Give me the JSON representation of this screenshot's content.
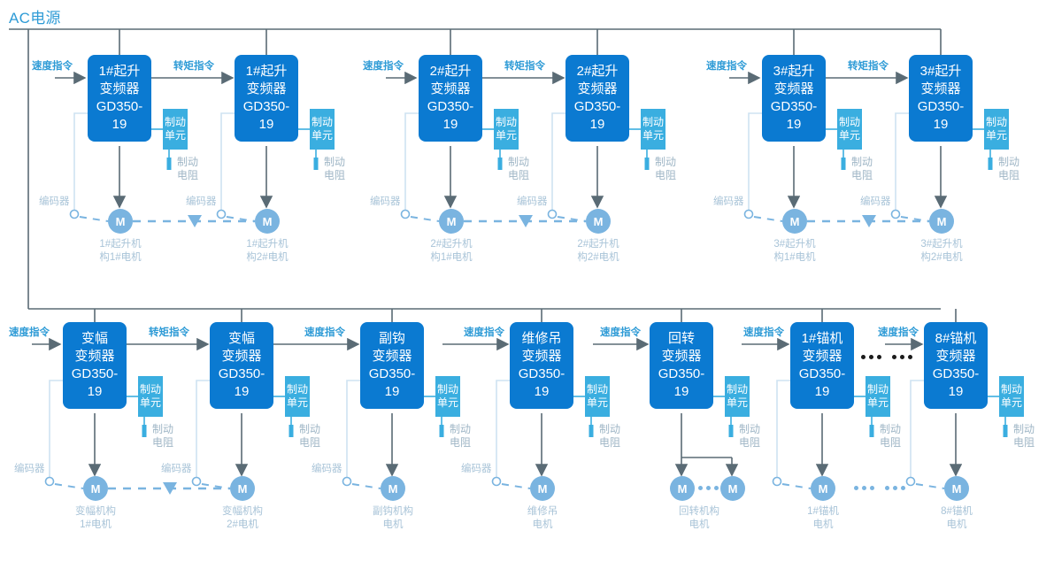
{
  "diagram": {
    "power_label": "AC电源",
    "inverter_model_line1": "GD350-",
    "inverter_model_line2": "19",
    "brake_unit_line1": "制动",
    "brake_unit_line2": "单元",
    "brake_resistor_line1": "制动",
    "brake_resistor_line2": "电阻",
    "encoder_label": "编码器",
    "motor_symbol": "M",
    "cmd_speed": "速度指令",
    "cmd_torque": "转矩指令",
    "accent_blue": "#2e9bd6",
    "block_blue": "#0b7ad1",
    "brake_blue": "#3aaee0",
    "motor_blue": "#7ab4e0",
    "wire_gray": "#5a6b75",
    "feedback_blue": "#cfe3f2",
    "caption_gray": "#a9c4d8"
  },
  "row1": {
    "groups": [
      {
        "inv_a": {
          "l1": "1#起升",
          "l2": "变频器"
        },
        "inv_b": {
          "l1": "1#起升",
          "l2": "变频器"
        },
        "motor_a_caption": [
          "1#起升机",
          "构1#电机"
        ],
        "motor_b_caption": [
          "1#起升机",
          "构2#电机"
        ]
      },
      {
        "inv_a": {
          "l1": "2#起升",
          "l2": "变频器"
        },
        "inv_b": {
          "l1": "2#起升",
          "l2": "变频器"
        },
        "motor_a_caption": [
          "2#起升机",
          "构1#电机"
        ],
        "motor_b_caption": [
          "2#起升机",
          "构2#电机"
        ]
      },
      {
        "inv_a": {
          "l1": "3#起升",
          "l2": "变频器"
        },
        "inv_b": {
          "l1": "3#起升",
          "l2": "变频器"
        },
        "motor_a_caption": [
          "3#起升机",
          "构1#电机"
        ],
        "motor_b_caption": [
          "3#起升机",
          "构2#电机"
        ]
      }
    ]
  },
  "row2": {
    "inverters": [
      {
        "l1": "变幅",
        "l2": "变频器",
        "caption": [
          "变幅机构",
          "1#电机"
        ],
        "cmd": "速度指令"
      },
      {
        "l1": "变幅",
        "l2": "变频器",
        "caption": [
          "变幅机构",
          "2#电机"
        ],
        "cmd": "转矩指令"
      },
      {
        "l1": "副钩",
        "l2": "变频器",
        "caption": [
          "副钩机构",
          "电机"
        ],
        "cmd": "速度指令"
      },
      {
        "l1": "维修吊",
        "l2": "变频器",
        "caption": [
          "维修吊",
          "电机"
        ],
        "cmd": "速度指令"
      },
      {
        "l1": "回转",
        "l2": "变频器",
        "caption": [
          "回转机构",
          "电机"
        ],
        "cmd": "速度指令"
      },
      {
        "l1": "1#锚机",
        "l2": "变频器",
        "caption": [
          "1#锚机",
          "电机"
        ],
        "cmd": "速度指令"
      },
      {
        "l1": "8#锚机",
        "l2": "变频器",
        "caption": [
          "8#锚机",
          "电机"
        ],
        "cmd": "速度指令"
      }
    ]
  }
}
